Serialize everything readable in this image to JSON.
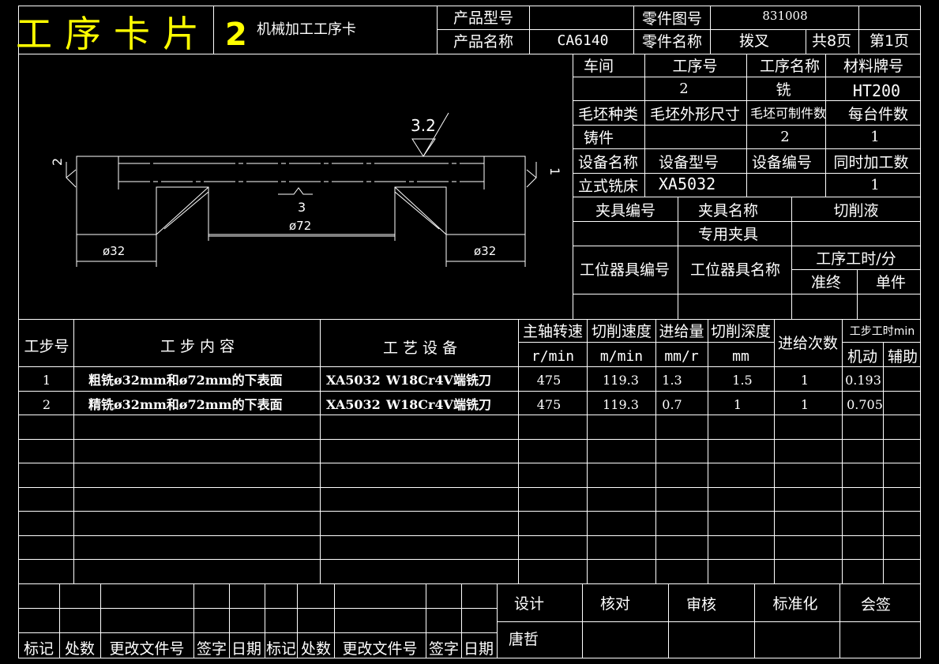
{
  "title": {
    "main": "工序卡片",
    "num": "2",
    "sub": "机械加工工序卡"
  },
  "header": {
    "product_model_label": "产品型号",
    "product_model": "",
    "part_drawing_label": "零件图号",
    "part_drawing": "831008",
    "product_name_label": "产品名称",
    "product_name": "CA6140",
    "part_name_label": "零件名称",
    "part_name": "拨叉",
    "total_pages": "共8页",
    "page": "第1页"
  },
  "info": {
    "workshop_label": "车间",
    "op_no_label": "工序号",
    "op_name_label": "工序名称",
    "material_label": "材料牌号",
    "workshop": "",
    "op_no": "2",
    "op_name": "铣",
    "material": "HT200",
    "blank_type_label": "毛坯种类",
    "blank_size_label": "毛坯外形尺寸",
    "blank_count_label": "毛坯可制件数",
    "per_unit_label": "每台件数",
    "blank_type": "铸件",
    "blank_size": "",
    "blank_count": "2",
    "per_unit": "1",
    "equip_name_label": "设备名称",
    "equip_model_label": "设备型号",
    "equip_no_label": "设备编号",
    "simul_label": "同时加工数",
    "equip_name": "立式铣床",
    "equip_model": "XA5032",
    "equip_no": "",
    "simul": "1",
    "fixture_no_label": "夹具编号",
    "fixture_name_label": "夹具名称",
    "coolant_label": "切削液",
    "fixture_no": "",
    "fixture_name": "专用夹具",
    "coolant": "",
    "station_no_label": "工位器具编号",
    "station_name_label": "工位器具名称",
    "time_label": "工序工时/分",
    "prep_label": "准终",
    "unit_label": "单件"
  },
  "drawing": {
    "roughness_top": "3.2",
    "mark_left": "2",
    "mark_right": "1",
    "dim_center": "3",
    "dia_center": "ø72",
    "dia_left": "ø32",
    "dia_right": "ø32"
  },
  "steps": {
    "headers": {
      "no": "工步号",
      "content": "工 步 内 容",
      "equipment": "工 艺 设 备",
      "speed": "主轴转速",
      "cut_speed": "切削速度",
      "feed": "进给量",
      "depth": "切削深度",
      "passes": "进给次数",
      "time": "工步工时min",
      "machine": "机动",
      "aux": "辅助"
    },
    "units": {
      "speed": "r/min",
      "cut_speed": "m/min",
      "feed": "mm/r",
      "depth": "mm"
    },
    "rows": [
      {
        "no": "1",
        "content": "粗铣ø32mm和ø72mm的下表面",
        "machine_eq": "XA5032",
        "tool": "W18Cr4V端铣刀",
        "speed": "475",
        "cut_speed": "119.3",
        "feed": "1.3",
        "depth": "1.5",
        "passes": "1",
        "time": "0.193"
      },
      {
        "no": "2",
        "content": "精铣ø32mm和ø72mm的下表面",
        "machine_eq": "XA5032",
        "tool": "W18Cr4V端铣刀",
        "speed": "475",
        "cut_speed": "119.3",
        "feed": "0.7",
        "depth": "1",
        "passes": "1",
        "time": "0.705"
      }
    ]
  },
  "footer": {
    "labels": [
      "标记",
      "处数",
      "更改文件号",
      "签字",
      "日期",
      "标记",
      "处数",
      "更改文件号",
      "签字",
      "日期"
    ],
    "sign": [
      "设计",
      "核对",
      "审核",
      "标准化",
      "会签"
    ],
    "designer": "唐哲"
  }
}
